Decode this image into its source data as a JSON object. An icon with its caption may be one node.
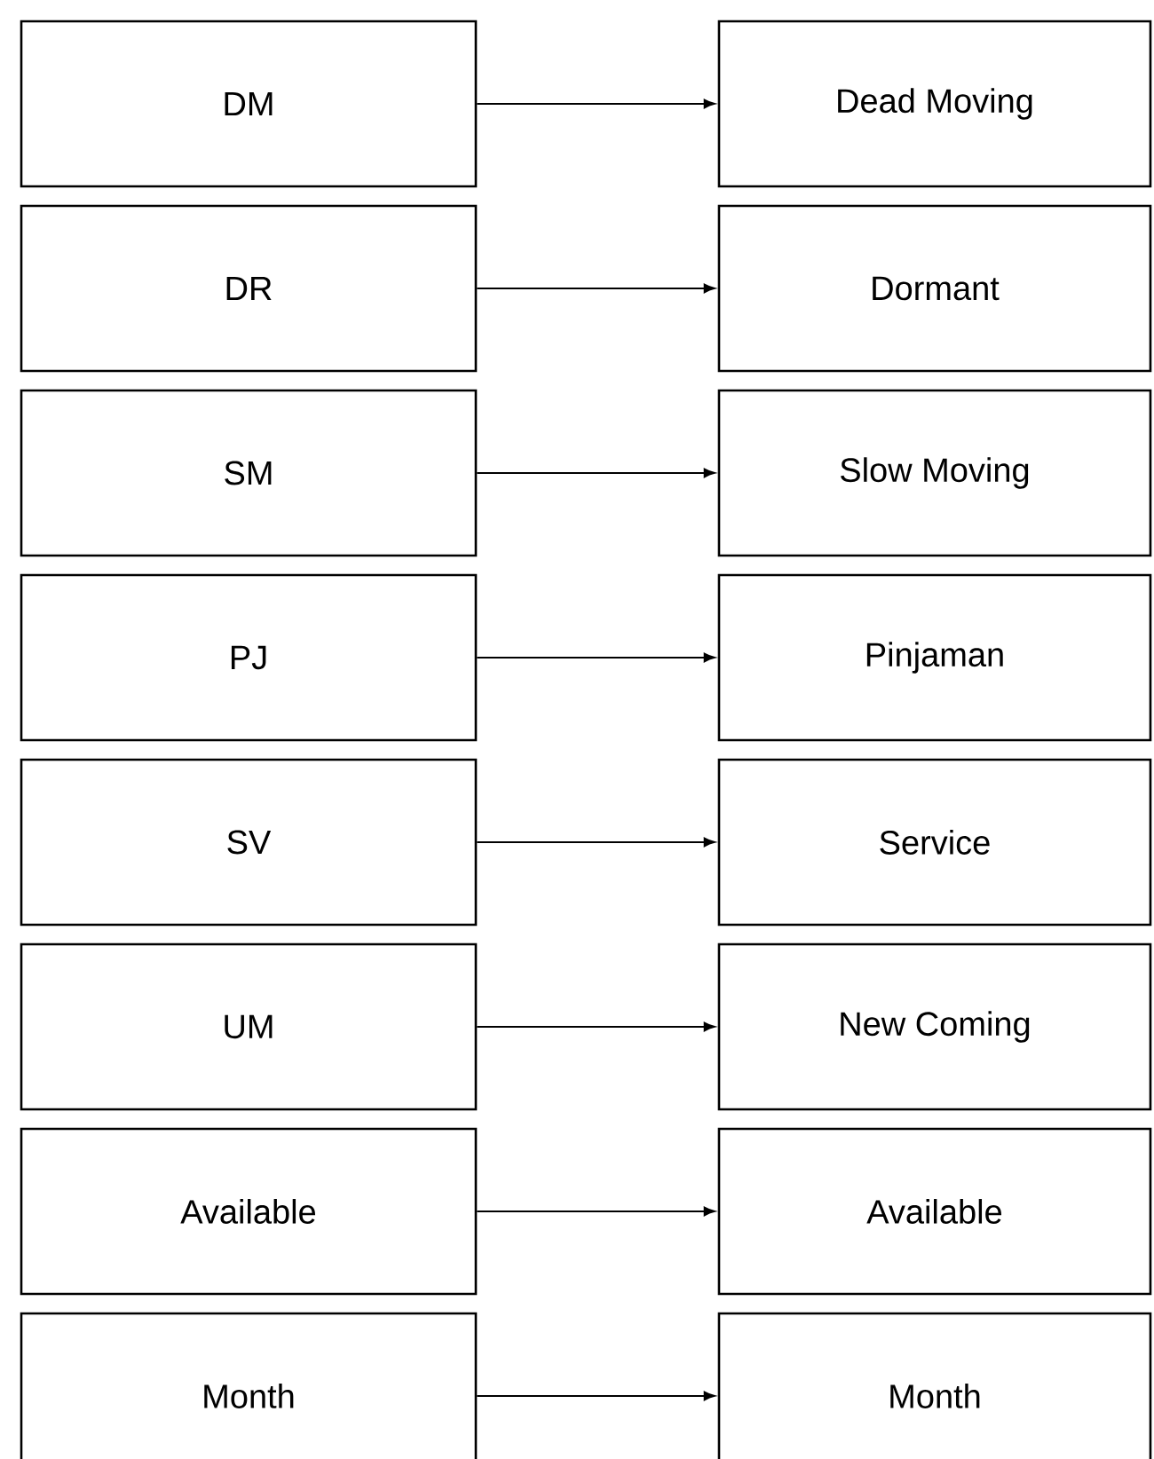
{
  "diagram": {
    "nodes": [
      {
        "text": [
          "DM"
        ]
      },
      {
        "text": [
          "Dead Moving"
        ]
      },
      {
        "text": [
          "DR"
        ]
      },
      {
        "text": [
          "Dormant"
        ]
      },
      {
        "text": [
          "SM"
        ]
      },
      {
        "text": [
          "Slow Moving"
        ]
      },
      {
        "text": [
          "PJ"
        ]
      },
      {
        "text": [
          "Pinjaman"
        ]
      },
      {
        "text": [
          "SV"
        ]
      },
      {
        "text": [
          "Service"
        ]
      },
      {
        "text": [
          "UM"
        ]
      },
      {
        "text": [
          "New Coming"
        ]
      },
      {
        "text": [
          "Available"
        ]
      },
      {
        "text": [
          "Available"
        ]
      },
      {
        "text": [
          "Month"
        ]
      },
      {
        "text": [
          "Month"
        ]
      }
    ],
    "edges": [
      {
        "from": 0,
        "to": 1,
        "arrow": "to"
      },
      {
        "from": 2,
        "to": 3,
        "arrow": "to"
      },
      {
        "from": 4,
        "to": 5,
        "arrow": "to"
      },
      {
        "from": 6,
        "to": 7,
        "arrow": "to"
      },
      {
        "from": 8,
        "to": 9,
        "arrow": "to"
      },
      {
        "from": 10,
        "to": 11,
        "arrow": "to"
      },
      {
        "from": 12,
        "to": 13,
        "arrow": "to"
      },
      {
        "from": 14,
        "to": 15,
        "arrow": "to"
      }
    ]
  }
}
